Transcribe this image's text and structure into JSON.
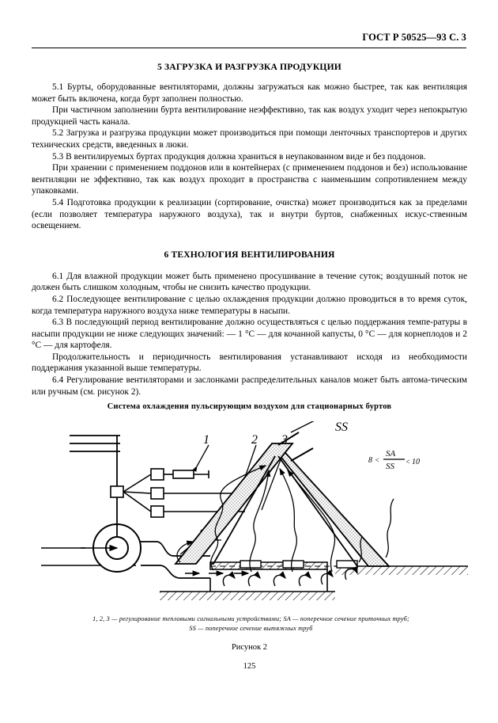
{
  "header": {
    "standard_ref": "ГОСТ Р 50525—93 С. 3"
  },
  "sections": [
    {
      "heading": "5 ЗАГРУЗКА И РАЗГРУЗКА ПРОДУКЦИИ",
      "paragraphs": [
        "5.1  Бурты, оборудованные вентиляторами, должны  загружаться как можно быстрее, так как вентиляция может быть включена, когда бурт заполнен полностью.",
        "При частичном заполнении бурта вентилирование неэффективно, так как воздух уходит через непокрытую продукцией часть канала.",
        "5.2  Загрузка и разгрузка продукции может производиться при помощи ленточных транспортеров и других технических средств, введенных в люки.",
        "5.3 В вентилируемых буртах продукция должна храниться в неупакованном виде и без поддонов.",
        "При хранении с применением поддонов или в контейнерах (с применением поддонов и без) использование вентиляции не эффективно, так как воздух проходит в пространства с наименьшим сопротивлением между упаковками.",
        "5.4 Подготовка продукции к реализации (сортирование, очистка) может производиться как за пределами (если позволяет температура наружного воздуха), так и внутри буртов, снабженных искус-ственным освещением."
      ]
    },
    {
      "heading": "6 ТЕХНОЛОГИЯ ВЕНТИЛИРОВАНИЯ",
      "paragraphs": [
        "6.1 Для влажной продукции может быть применено просушивание в течение суток; воздушный поток не должен быть слишком холодным, чтобы не снизить качество продукции.",
        "6.2  Последующее  вентилирование  с  целью  охлаждения  продукции  должно  проводиться  в то время суток, когда температура наружного воздуха ниже температуры в насыпи.",
        "6.3 В последующий период вентилирование должно осуществляться с целью поддержания темпе-ратуры в насыпи продукции не ниже следующих значений: — 1 °С — для кочанной капусты, 0 °С — для корнеплодов и 2 °С — для картофеля.",
        "Продолжительность и периодичность вентилирования устанавливают исходя из необходимости поддержания указанной выше температуры.",
        "6.4 Регулирование вентиляторами и заслонками распределительных каналов может быть автома-тическим или ручным (см. рисунок 2)."
      ]
    }
  ],
  "figure": {
    "title": "Система охлаждения пульсирующим воздухом для стационарных буртов",
    "callouts": {
      "one": "1",
      "two": "2",
      "three": "3",
      "sa": "SA",
      "ss": "SS"
    },
    "formula": {
      "left_operand": "8",
      "left_relation": "<",
      "numerator": "SA",
      "denominator": "SS",
      "right_relation": "<",
      "right_operand": "10"
    },
    "legend_line_1": "1, 2, 3 — регулирование тепловыми сигнальными устройствами;  SA  — поперечное сечение приточных труб;",
    "legend_line_2": "SS — поперечное сечение вытяжных труб",
    "caption": "Рисунок 2"
  },
  "footer": {
    "page_number": "125"
  },
  "colors": {
    "ink": "#000000",
    "paper": "#ffffff",
    "stipple": "#9a9a9a"
  }
}
